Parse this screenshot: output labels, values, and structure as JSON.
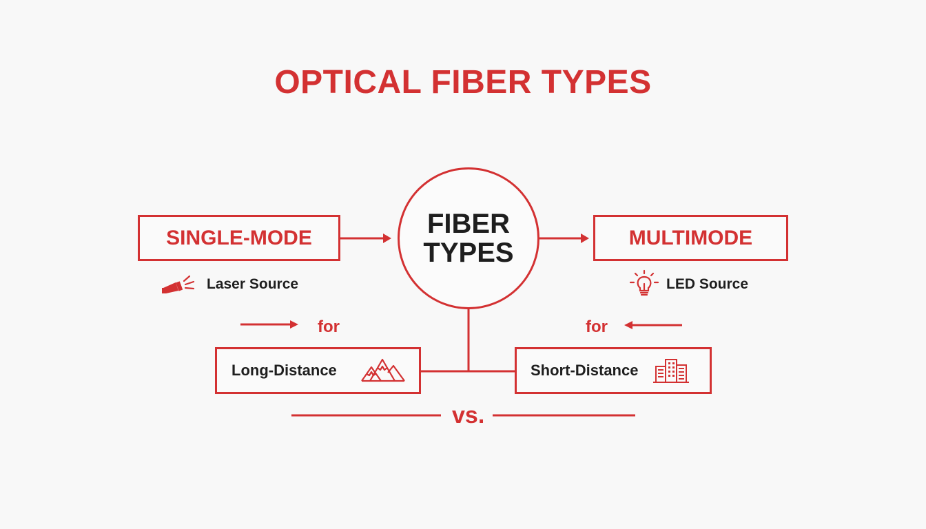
{
  "title": "OPTICAL FIBER TYPES",
  "center": {
    "line1": "FIBER",
    "line2": "TYPES"
  },
  "left": {
    "mode": "SINGLE-MODE",
    "source_icon": "laser-icon",
    "source": "Laser Source",
    "connector": "for",
    "use": "Long-Distance",
    "use_icon": "mountain-icon"
  },
  "right": {
    "mode": "MULTIMODE",
    "source_icon": "lightbulb-icon",
    "source": "LED Source",
    "connector": "for",
    "use": "Short-Distance",
    "use_icon": "building-icon"
  },
  "comparison": "vs.",
  "colors": {
    "accent": "#d33132",
    "text": "#1e1e1e",
    "background": "#f8f8f8"
  }
}
